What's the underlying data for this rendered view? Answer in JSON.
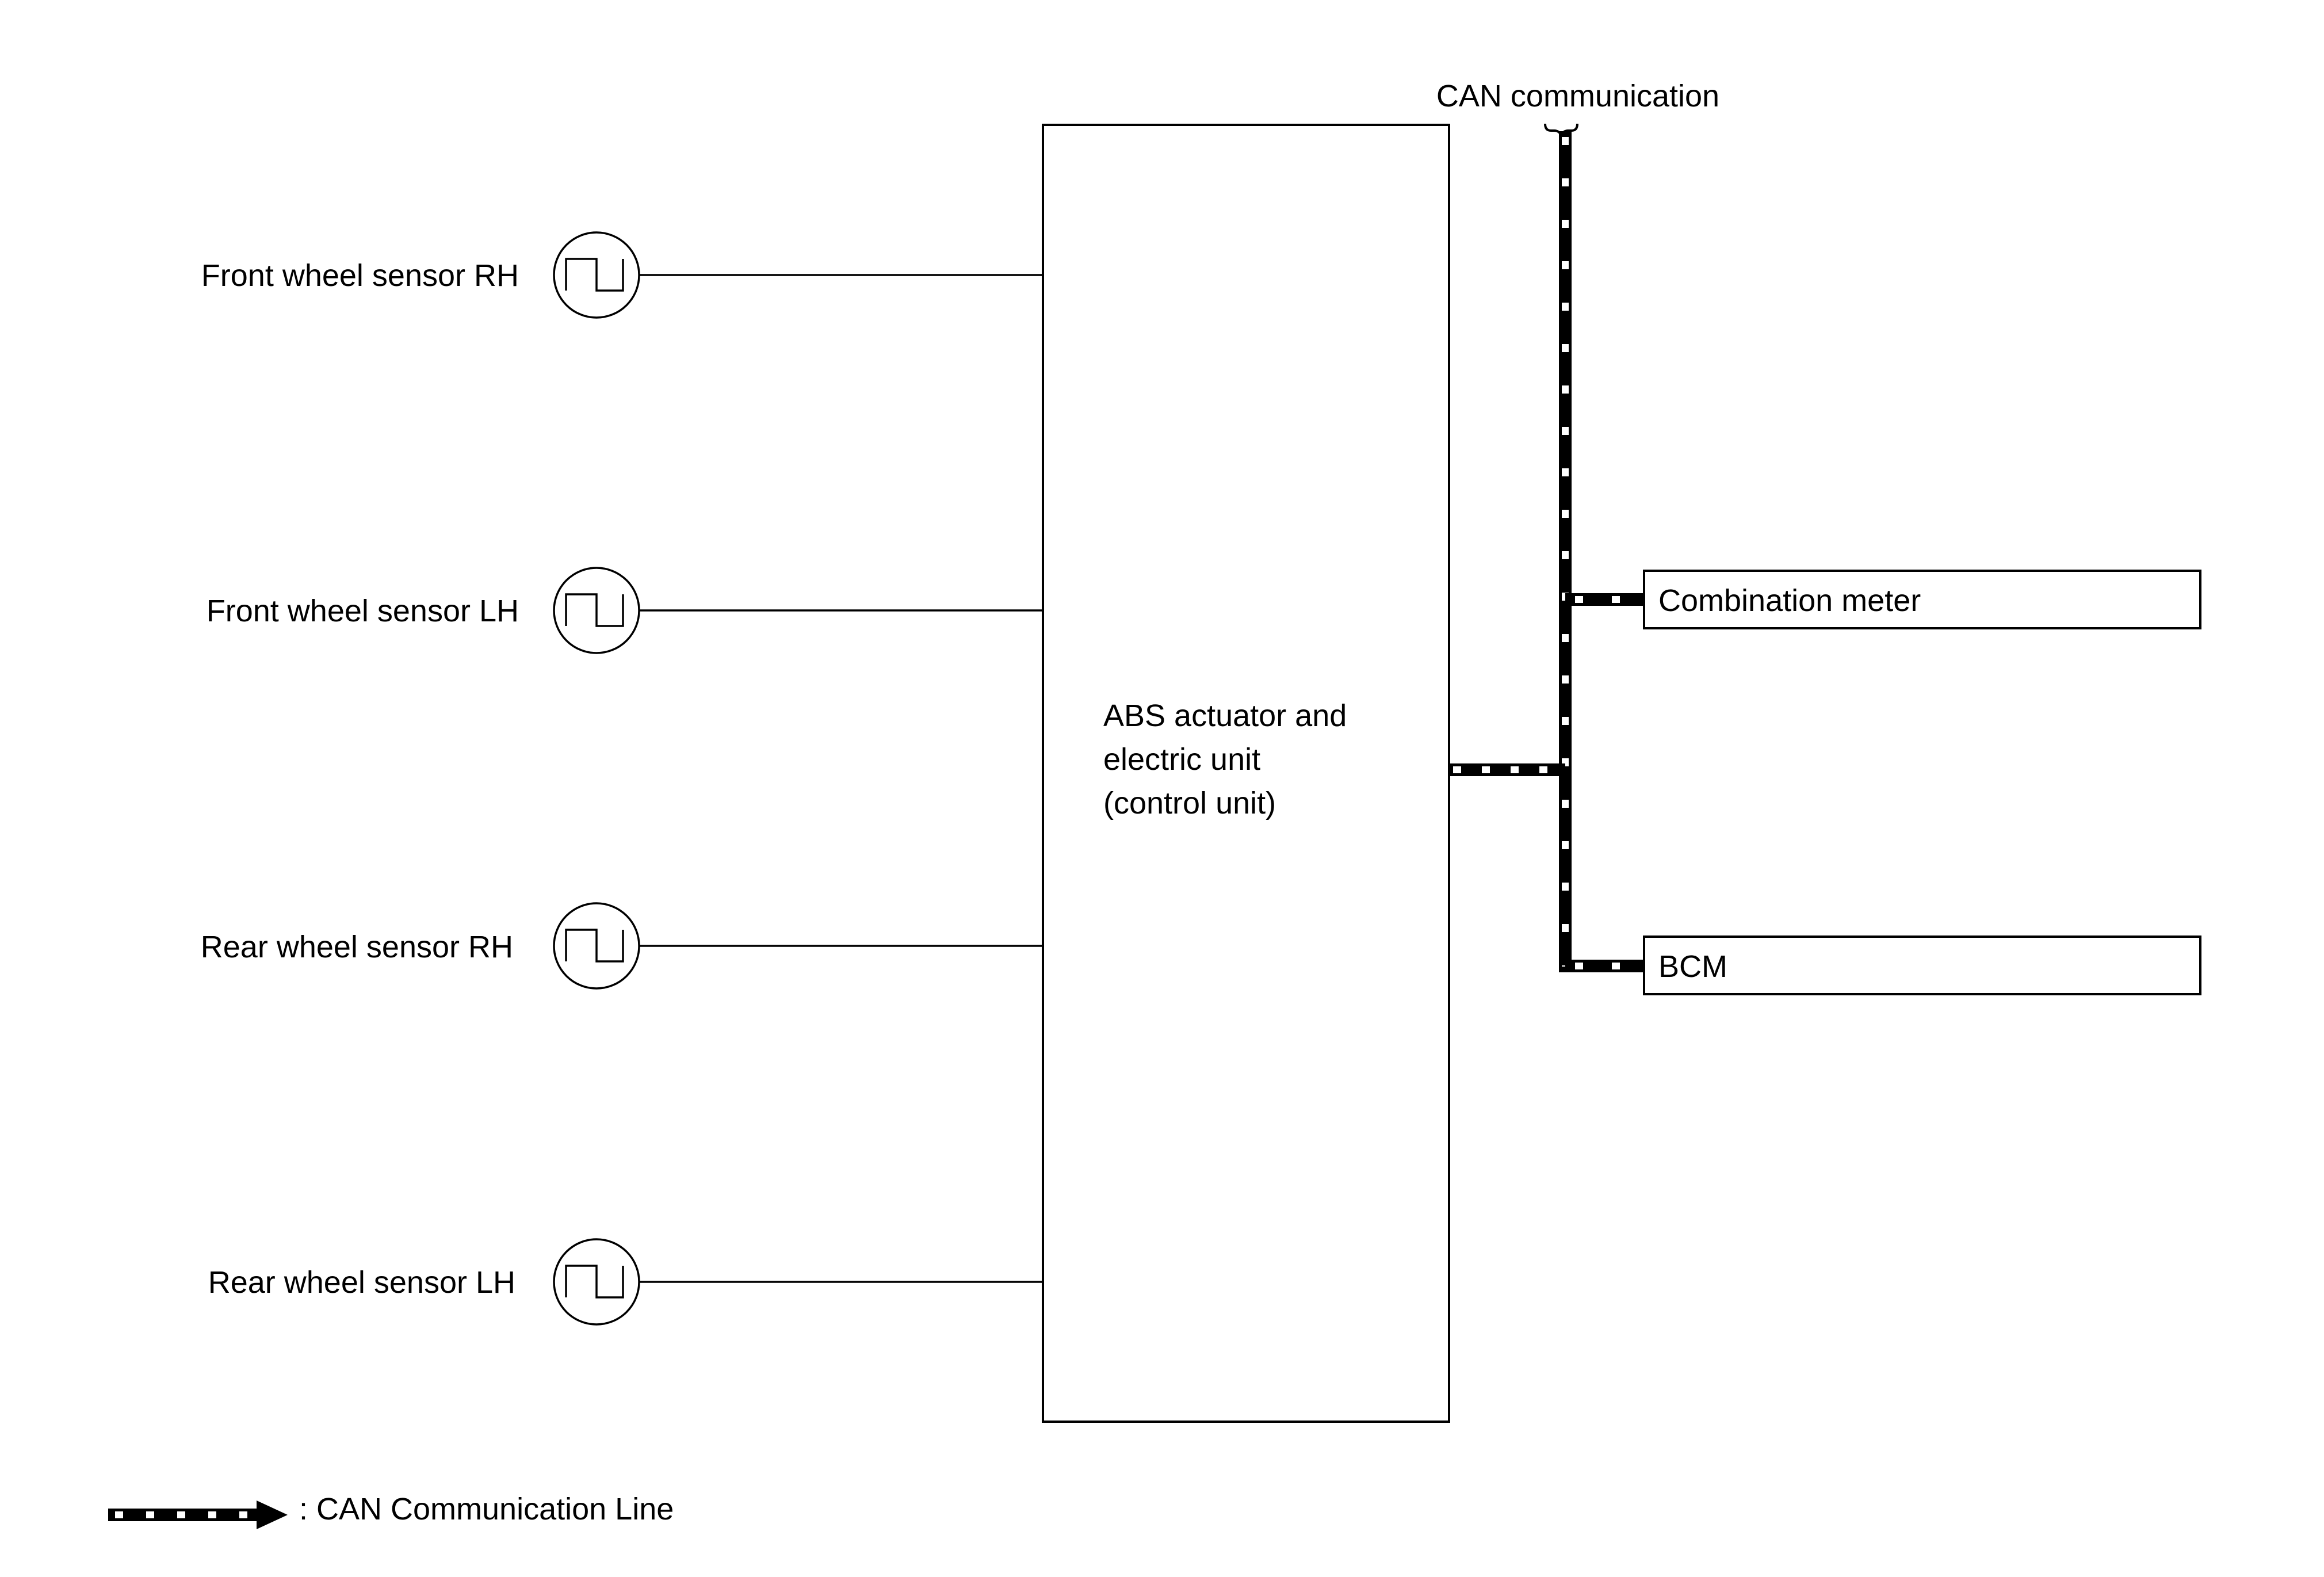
{
  "diagram": {
    "sensors": [
      {
        "label": "Front wheel sensor RH"
      },
      {
        "label": "Front wheel sensor LH"
      },
      {
        "label": "Rear wheel sensor RH"
      },
      {
        "label": "Rear wheel sensor LH"
      }
    ],
    "control_unit": {
      "lines": [
        "ABS actuator and",
        "electric unit",
        "(control unit)"
      ]
    },
    "can_label": "CAN communication",
    "nodes": [
      {
        "label": "Combination meter"
      },
      {
        "label": "BCM"
      }
    ],
    "legend": {
      "text": ": CAN Communication Line"
    }
  }
}
